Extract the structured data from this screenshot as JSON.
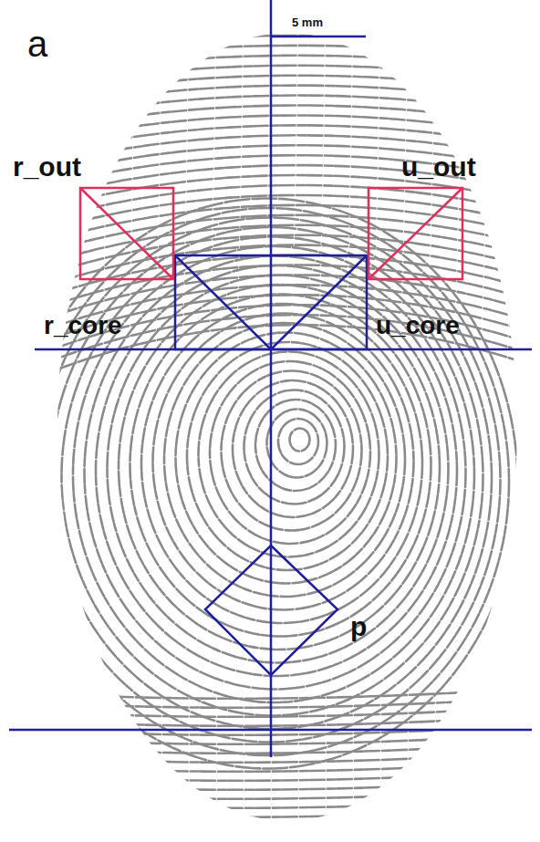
{
  "diagram": {
    "labels": [
      "a",
      "5 mm",
      "r_out",
      "u_out",
      "r_core",
      "u_core",
      "p"
    ]
  }
}
